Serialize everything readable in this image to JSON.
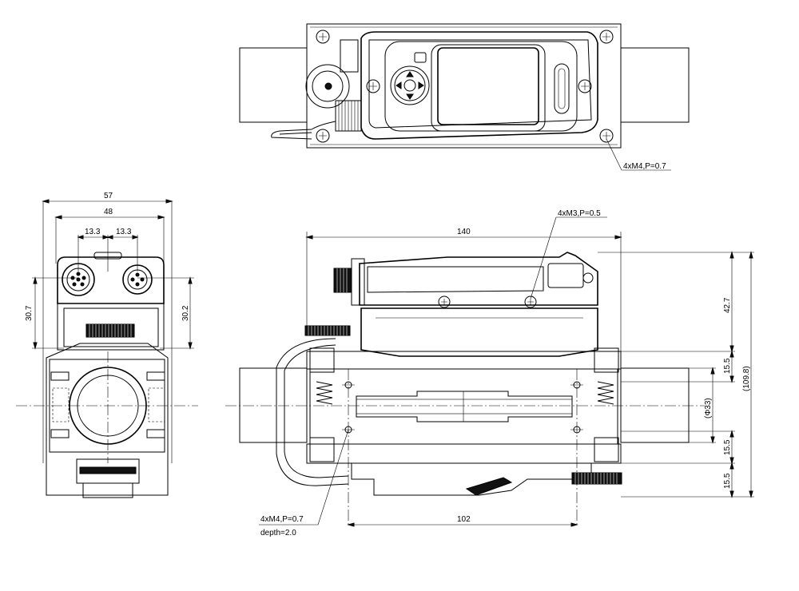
{
  "top_view": {
    "callouts": {
      "mount_screws": "4xM4,P=0.7"
    }
  },
  "side_view": {
    "dims": {
      "overall_width": "57",
      "inner_width": "48",
      "pitch_left": "13.3",
      "pitch_right": "13.3",
      "height_left": "30.7",
      "height_right": "30.2"
    }
  },
  "front_view": {
    "dims": {
      "length": "140",
      "hole_pitch": "102",
      "head_height": "42.7",
      "block_top": "15.5",
      "block_bottom": "15.5",
      "handle_height": "15.5",
      "pipe_dia": "(Φ33)",
      "overall_height": "(109.8)"
    },
    "callouts": {
      "head_screws": "4xM3,P=0.5",
      "base_holes": "4xM4,P=0.7",
      "base_holes_depth": "depth=2.0"
    }
  }
}
